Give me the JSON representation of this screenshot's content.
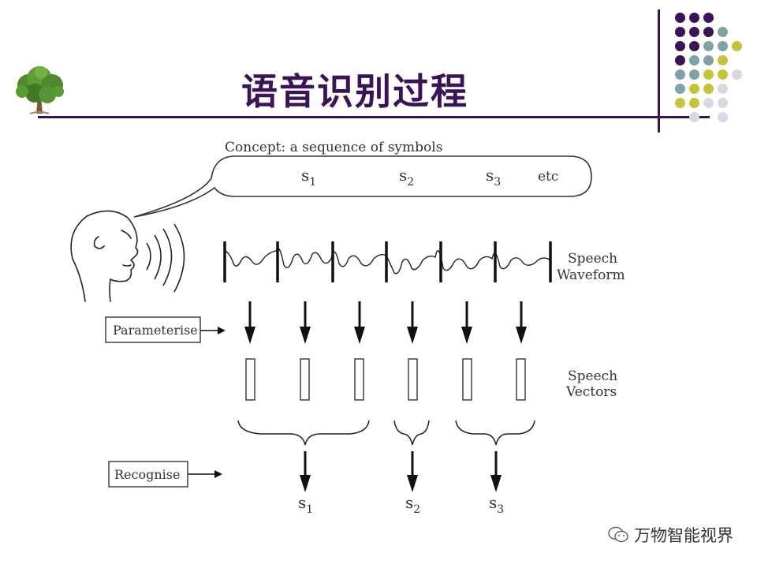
{
  "title": "语音识别过程",
  "diagram": {
    "concept_label": "Concept: a sequence of symbols",
    "symbols": [
      "s",
      "s",
      "s"
    ],
    "symbol_subscripts": [
      "1",
      "2",
      "3"
    ],
    "etc_label": "etc",
    "waveform_label_line1": "Speech",
    "waveform_label_line2": "Waveform",
    "vectors_label_line1": "Speech",
    "vectors_label_line2": "Vectors",
    "parameterise_label": "Parameterise",
    "recognise_label": "Recognise",
    "output_symbols": [
      "s",
      "s",
      "s"
    ],
    "output_subscripts": [
      "1",
      "2",
      "3"
    ]
  },
  "watermark": {
    "text": "万物智能视界",
    "icon": "wechat-icon"
  },
  "colors": {
    "accent": "#3b1458",
    "teal": "#7ea3a3",
    "olive": "#c4c43a",
    "grey": "#d8d8e2"
  }
}
